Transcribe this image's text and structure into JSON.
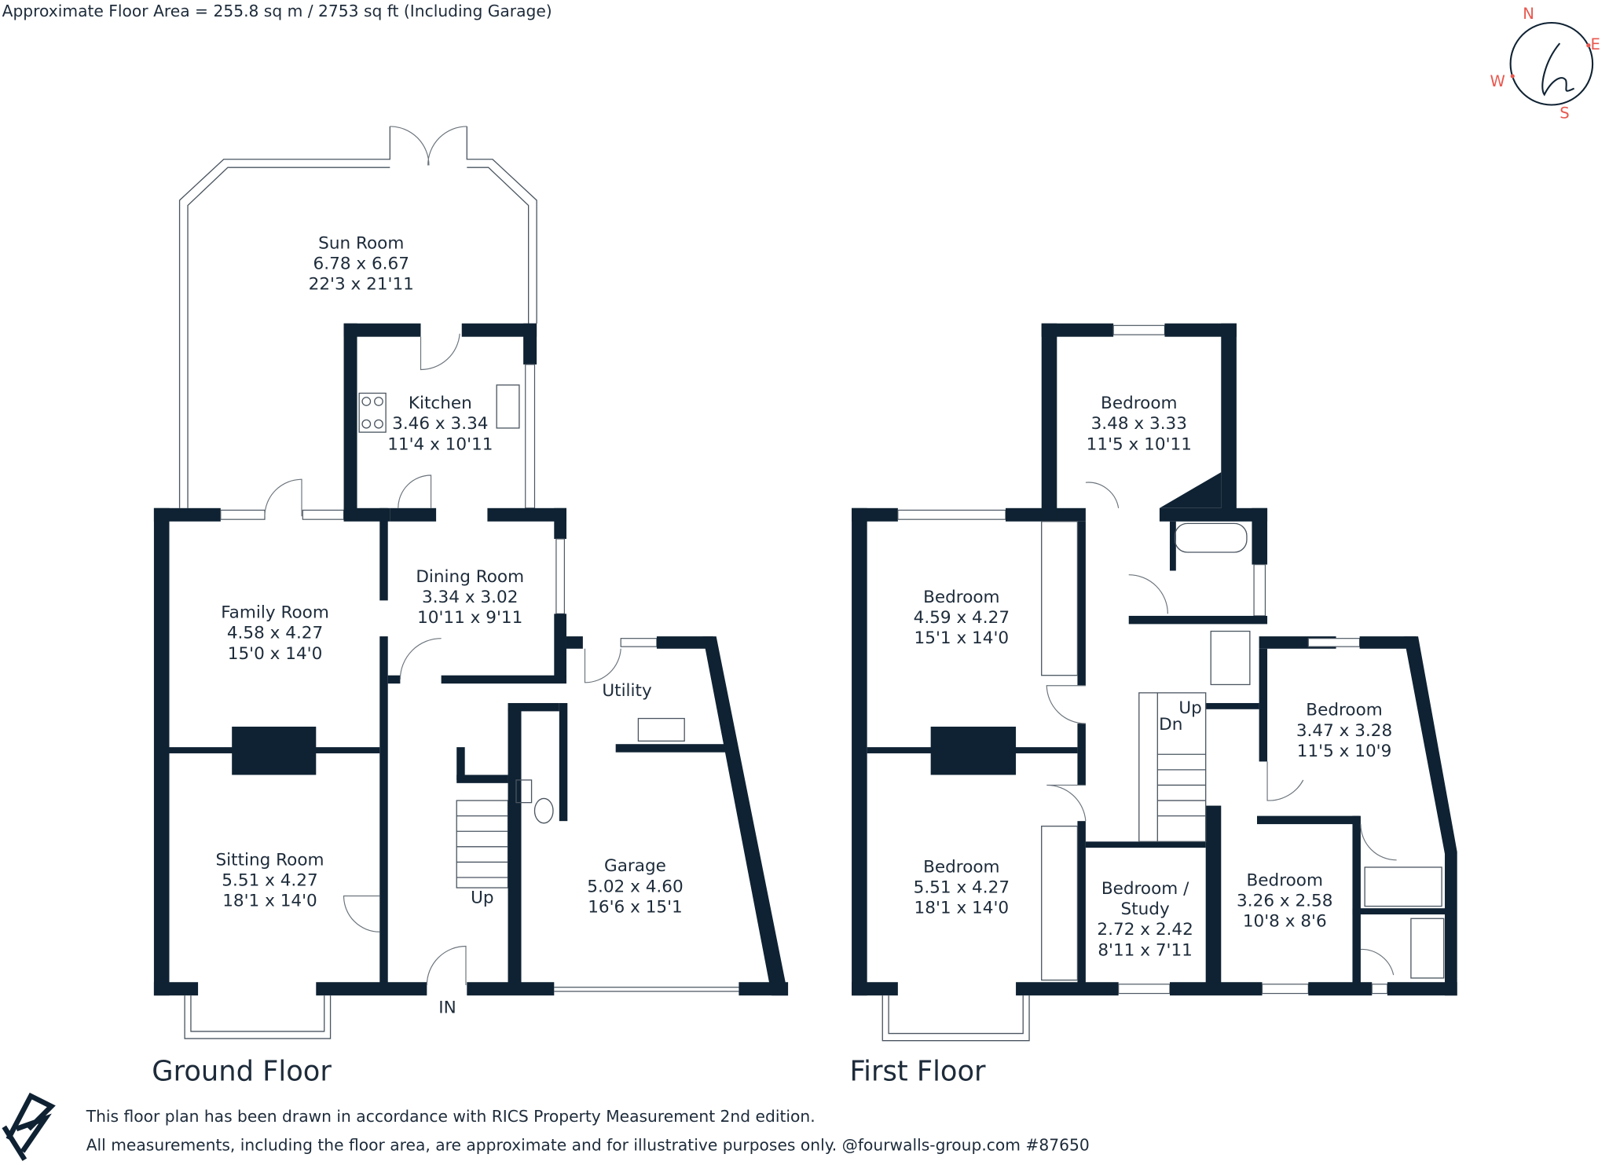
{
  "header": {
    "area_text": "Approximate Floor Area = 255.8 sq m / 2753 sq ft (Including Garage)"
  },
  "compass": {
    "n": "N",
    "e": "E",
    "s": "S",
    "w": "W",
    "logo_letter": "h",
    "accent": "#e8584f"
  },
  "ground_floor": {
    "title": "Ground Floor",
    "labels": {
      "up": "Up",
      "entrance": "IN"
    },
    "rooms": [
      {
        "name": "Sun Room",
        "metric": "6.78 x 6.67",
        "imperial": "22'3 x 21'11"
      },
      {
        "name": "Kitchen",
        "metric": "3.46 x 3.34",
        "imperial": "11'4 x 10'11"
      },
      {
        "name": "Dining Room",
        "metric": "3.34 x 3.02",
        "imperial": "10'11 x 9'11"
      },
      {
        "name": "Family Room",
        "metric": "4.58 x 4.27",
        "imperial": "15'0 x 14'0"
      },
      {
        "name": "Sitting Room",
        "metric": "5.51 x 4.27",
        "imperial": "18'1 x 14'0"
      },
      {
        "name": "Utility"
      },
      {
        "name": "Garage",
        "metric": "5.02 x 4.60",
        "imperial": "16'6 x 15'1"
      }
    ]
  },
  "first_floor": {
    "title": "First Floor",
    "labels": {
      "up": "Up",
      "down": "Dn"
    },
    "rooms": [
      {
        "name": "Bedroom",
        "metric": "3.48 x 3.33",
        "imperial": "11'5 x 10'11"
      },
      {
        "name": "Bedroom",
        "metric": "4.59 x 4.27",
        "imperial": "15'1 x 14'0"
      },
      {
        "name": "Bedroom",
        "metric": "5.51 x 4.27",
        "imperial": "18'1 x 14'0"
      },
      {
        "name": "Bedroom /",
        "name2": "Study",
        "metric": "2.72 x 2.42",
        "imperial": "8'11 x 7'11"
      },
      {
        "name": "Bedroom",
        "metric": "3.47 x 3.28",
        "imperial": "11'5 x 10'9"
      },
      {
        "name": "Bedroom",
        "metric": "3.26 x 2.58",
        "imperial": "10'8 x 8'6"
      }
    ]
  },
  "footer": {
    "line1": "This floor plan has been drawn in accordance with RICS Property Measurement 2nd edition.",
    "line2": "All measurements, including the floor area, are approximate and for illustrative purposes only. @fourwalls-group.com #87650"
  },
  "colors": {
    "wall": "#0f2233",
    "text": "#1d2b3a"
  }
}
